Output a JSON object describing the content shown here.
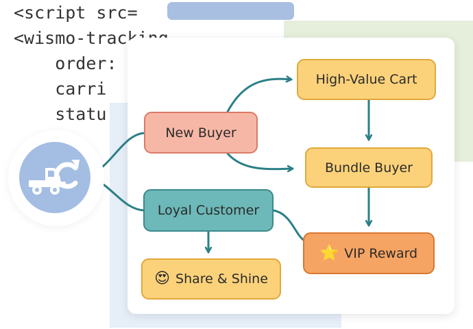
{
  "code": {
    "lines": [
      "<script src=",
      "<wismo-tracking",
      "    order:",
      "    carri",
      "    statu"
    ]
  },
  "diagram": {
    "nodes": {
      "new_buyer": "New Buyer",
      "high_value_cart": "High-Value Cart",
      "bundle_buyer": "Bundle Buyer",
      "loyal_customer": "Loyal Customer",
      "vip_reward": "VIP Reward",
      "share_shine": "Share & Shine"
    },
    "icons": {
      "hub": "delivery-truck-refresh-icon",
      "vip": "star-icon",
      "share": "heart-eyes-emoji-icon"
    },
    "glyphs": {
      "star": "⭐",
      "heart_eyes": "😍"
    }
  },
  "colors": {
    "connector": "#2b7f86",
    "truck_circle": "#a4bde3",
    "url_pill": "#a8bfe2",
    "new_buyer": "#f7b7a6",
    "yellow_node": "#fbd27a",
    "loyal": "#6db8b8",
    "vip": "#f6a463"
  }
}
